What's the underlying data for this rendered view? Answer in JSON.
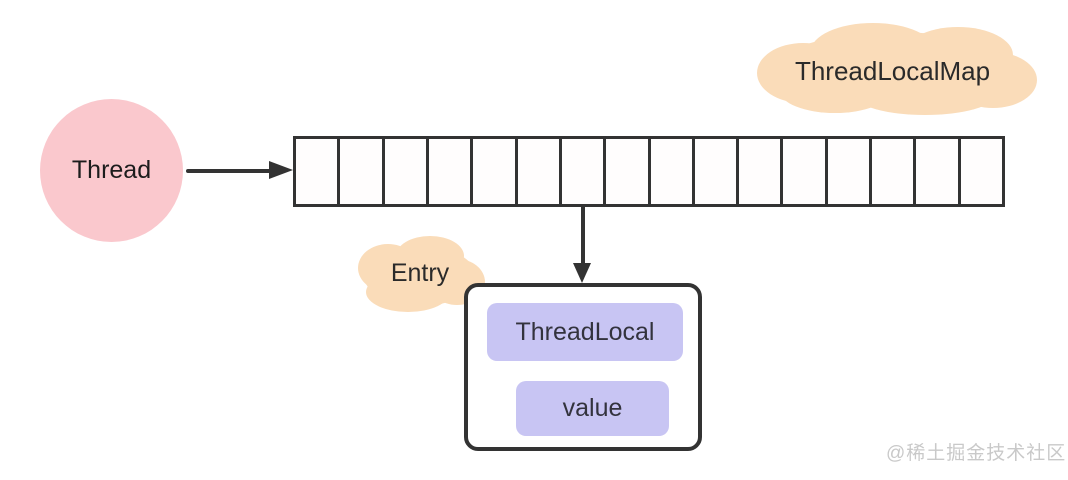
{
  "nodes": {
    "thread": {
      "label": "Thread"
    },
    "map": {
      "label": "ThreadLocalMap"
    },
    "entry": {
      "label": "Entry",
      "key_label": "ThreadLocal",
      "value_label": "value"
    }
  },
  "array": {
    "cell_count": 16
  },
  "watermark": {
    "text": "@稀土掘金技术社区"
  },
  "colors": {
    "thread_fill": "#fac8cd",
    "cloud_fill": "#fadcb9",
    "chip_fill": "#c8c5f3",
    "stroke": "#333333",
    "watermark_text": "#c9c9c9"
  }
}
